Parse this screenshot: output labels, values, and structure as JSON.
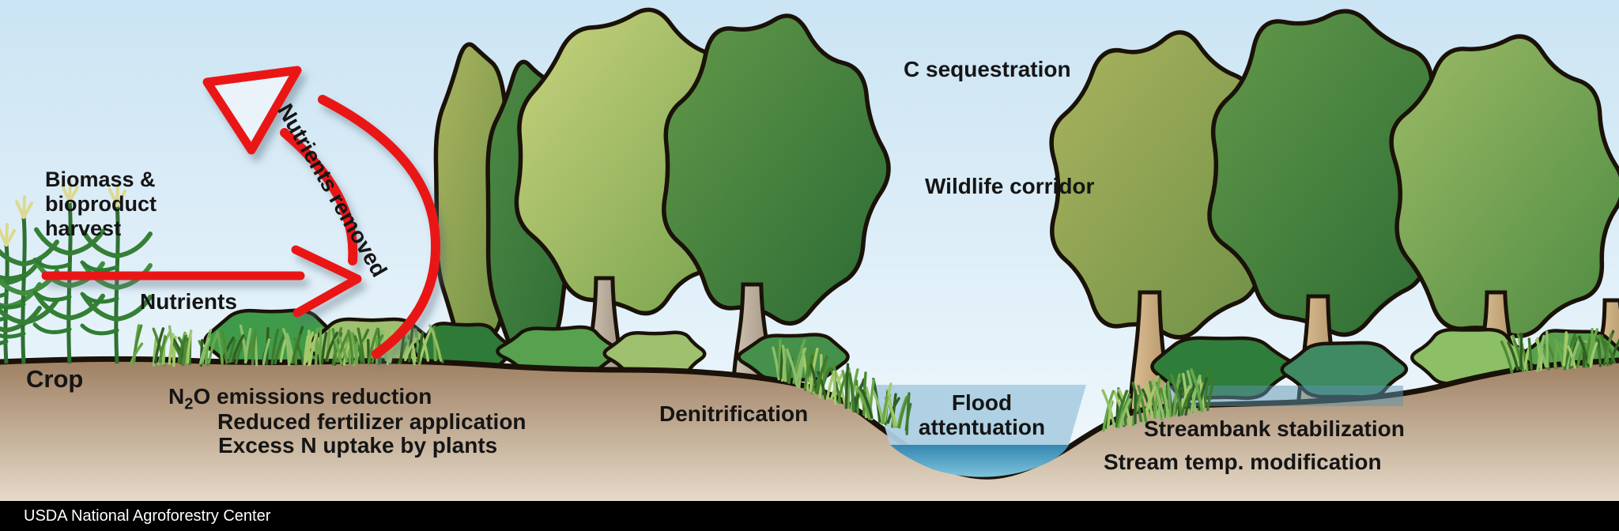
{
  "labels": {
    "biomass_harvest": "Biomass &\nbioproduct\nharvest",
    "nutrients_removed": "Nutrients removed",
    "nutrients": "Nutrients",
    "crop": "Crop",
    "n2o": {
      "prefix": "N",
      "sub": "2",
      "rest": "O emissions reduction"
    },
    "reduced_fertilizer": "Reduced fertilizer application",
    "excess_n_uptake": "Excess N uptake by plants",
    "denitrification": "Denitrification",
    "c_sequestration": "C sequestration",
    "wildlife_corridor": "Wildlife corridor",
    "flood_attenuation": "Flood\nattentuation",
    "streambank_stabilization": "Streambank stabilization",
    "stream_temp_modification": "Stream temp. modification"
  },
  "footer": {
    "credit": "USDA National Agroforestry Center"
  },
  "colors": {
    "arrow_red": "#ea1713",
    "sky_top": "#cbe4f3",
    "sky_bottom": "#f2f9fd",
    "ground_top": "#9c7d5f",
    "ground_bottom": "#e8ddcc",
    "outline_dark": "#1a1208",
    "flood_water": "#accfe2",
    "stream_water_dark": "#2f82ad",
    "stream_water_light": "#8ccfe6",
    "flood_overlay": "#5c93ad",
    "footer_bg": "#000000",
    "footer_text": "#ffffff",
    "label_text": "#151515"
  }
}
